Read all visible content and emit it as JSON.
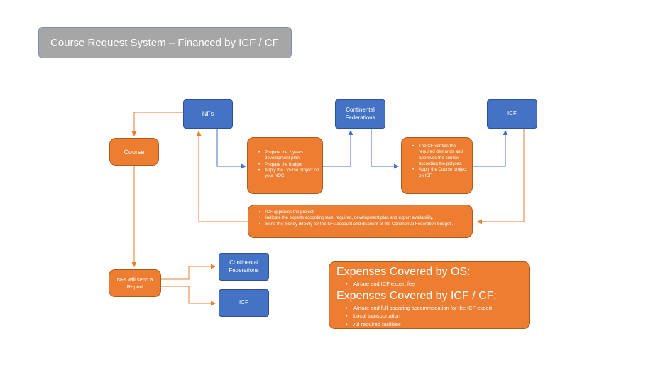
{
  "title": "Course Request System – Financed by ICF / CF",
  "nodes": {
    "nfs": "NFs",
    "cf_top": "Continental Federations",
    "icf_top": "ICF",
    "course": "Course",
    "nfs_report": "NFs will send a Report",
    "cf_bottom": "Continental Federations",
    "icf_bottom": "ICF"
  },
  "nf_steps": [
    "Prepare the 2 years development plan.",
    "Prepare the budget",
    "Apply the Course project on your NOC."
  ],
  "cf_steps": [
    "The CF verifies the required demands and approves the course according the polyces.",
    "Apply the Course project on ICF."
  ],
  "icf_steps": [
    "ICF approves the project.",
    "Indicate the experts according level required, development plan and expert availability.",
    "Send the money directly for the NFs account and discount of the Continental Federation budget ."
  ],
  "expenses": {
    "os_heading": "Expenses Covered by OS:",
    "os_items": [
      "Airfare and ICF expert fee"
    ],
    "icf_heading": "Expenses Covered by ICF / CF:",
    "icf_items": [
      "Airfare and full boarding accommodation for the ICF expert",
      "Local transportation",
      "All required facilities"
    ]
  },
  "colors": {
    "blue": "#4472c4",
    "orange": "#ed7d31",
    "gray": "#a6a6a6"
  }
}
